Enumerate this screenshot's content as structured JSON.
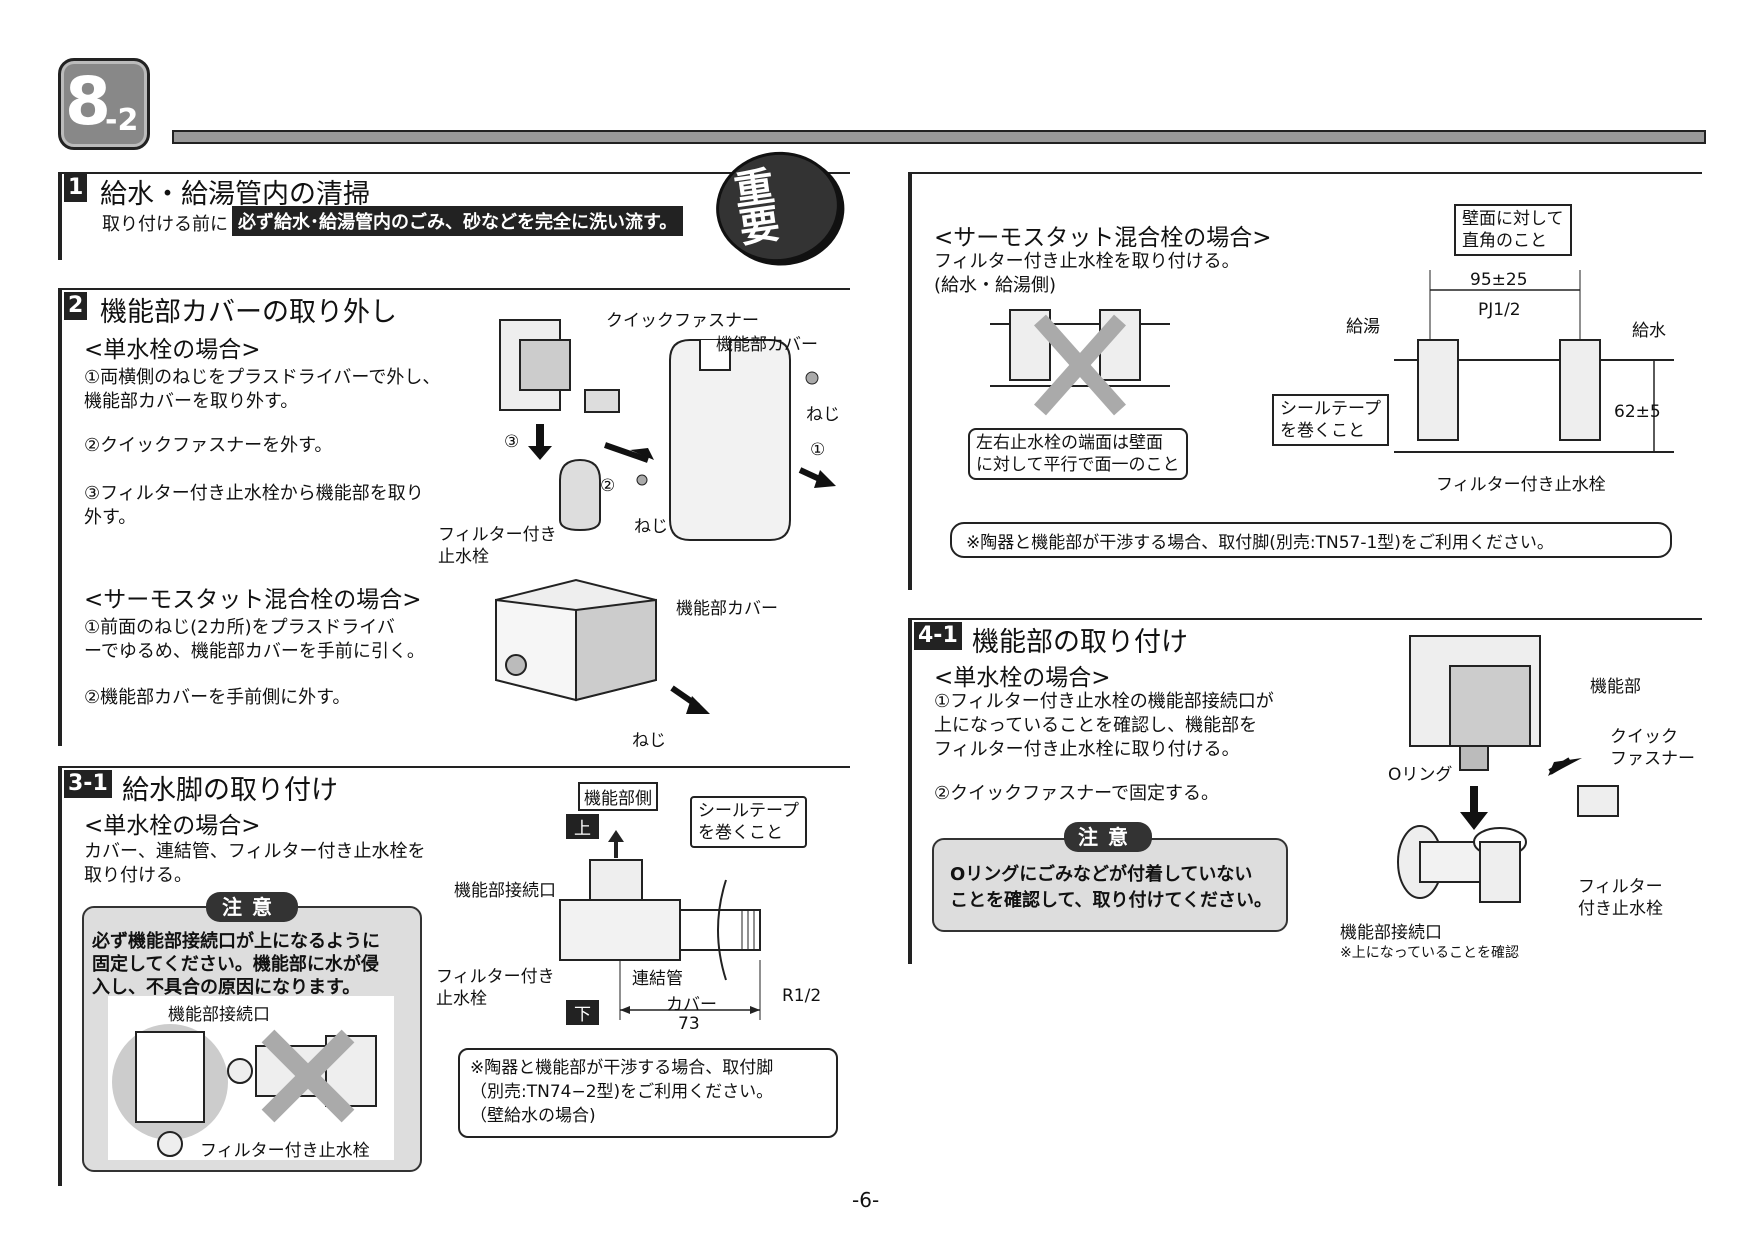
{
  "header": {
    "chapter_main": "8",
    "chapter_sub": "-2"
  },
  "important_badge": "重要",
  "sec1": {
    "num": "1",
    "title": "給水・給湯管内の清掃",
    "lead": "取り付ける前に",
    "highlight": "必ず給水･給湯管内のごみ、砂などを完全に洗い流す。"
  },
  "sec2": {
    "num": "2",
    "title": "機能部カバーの取り外し",
    "sub_single": "<単水栓の場合>",
    "single_steps": [
      "①両横側のねじをプラスドライバーで外し、\n機能部カバーを取り外す。",
      "②クイックファスナーを外す。",
      "③フィルター付き止水栓から機能部を取り\n外す。"
    ],
    "sub_thermo": "<サーモスタット混合栓の場合>",
    "thermo_steps": [
      "①前面のねじ(2カ所)をプラスドライバ\nーでゆるめ、機能部カバーを手前に引く。",
      "②機能部カバーを手前側に外す。"
    ],
    "fig": {
      "quick_fastener": "クイックファスナー",
      "cover": "機能部カバー",
      "screw": "ねじ",
      "screw2": "ねじ",
      "filter_valve": "フィルター付き\n止水栓",
      "n1": "①",
      "n2": "②",
      "n3": "③",
      "cover2": "機能部カバー",
      "screw3": "ねじ"
    }
  },
  "sec31": {
    "num": "3-1",
    "title": "給水脚の取り付け",
    "sub": "<単水栓の場合>",
    "desc": "カバー、連結管、フィルター付き止水栓を\n取り付ける。",
    "caution_tag": "注意",
    "caution_text": "必ず機能部接続口が上になるように\n固定してください。機能部に水が侵\n入し、不具合の原因になります。",
    "fig_inlet": "機能部接続口",
    "fig_filter": "フィルター付き止水栓",
    "d_side": "機能部側",
    "d_up": "上",
    "d_down": "下",
    "d_seal": "シールテープ\nを巻くこと",
    "d_inlet": "機能部接続口",
    "d_filter": "フィルター付き\n止水栓",
    "d_pipe": "連結管",
    "d_cover": "カバー",
    "d_r": "R1/2",
    "d_dim": "73",
    "note": "※陶器と機能部が干渉する場合、取付脚\n（別売:TN74−2型)をご利用ください。\n（壁給水の場合)"
  },
  "right_top": {
    "sub": "<サーモスタット混合栓の場合>",
    "desc": "フィルター付き止水栓を取り付ける。\n(給水・給湯側)",
    "wall_note": "左右止水栓の端面は壁面\nに対して平行で面一のこと",
    "perp": "壁面に対して\n直角のこと",
    "dim1": "95±25",
    "pj": "PJ1/2",
    "hot": "給湯",
    "cold": "給水",
    "seal": "シールテープ\nを巻くこと",
    "dim2": "62±5",
    "filter": "フィルター付き止水栓",
    "note": "※陶器と機能部が干渉する場合、取付脚(別売:TN57-1型)をご利用ください。"
  },
  "sec41": {
    "num": "4-1",
    "title": "機能部の取り付け",
    "sub": "<単水栓の場合>",
    "steps": [
      "①フィルター付き止水栓の機能部接続口が\n上になっていることを確認し、機能部を\nフィルター付き止水栓に取り付ける。",
      "②クイックファスナーで固定する。"
    ],
    "caution_tag": "注意",
    "caution_text": "Oリングにごみなどが付着していない\nことを確認して、取り付けてください。",
    "f_unit": "機能部",
    "f_oring": "Oリング",
    "f_quick": "クイック\nファスナー",
    "f_filter": "フィルター\n付き止水栓",
    "f_inlet": "機能部接続口",
    "f_inlet_note": "※上になっていることを確認"
  },
  "page_number": "-6-"
}
